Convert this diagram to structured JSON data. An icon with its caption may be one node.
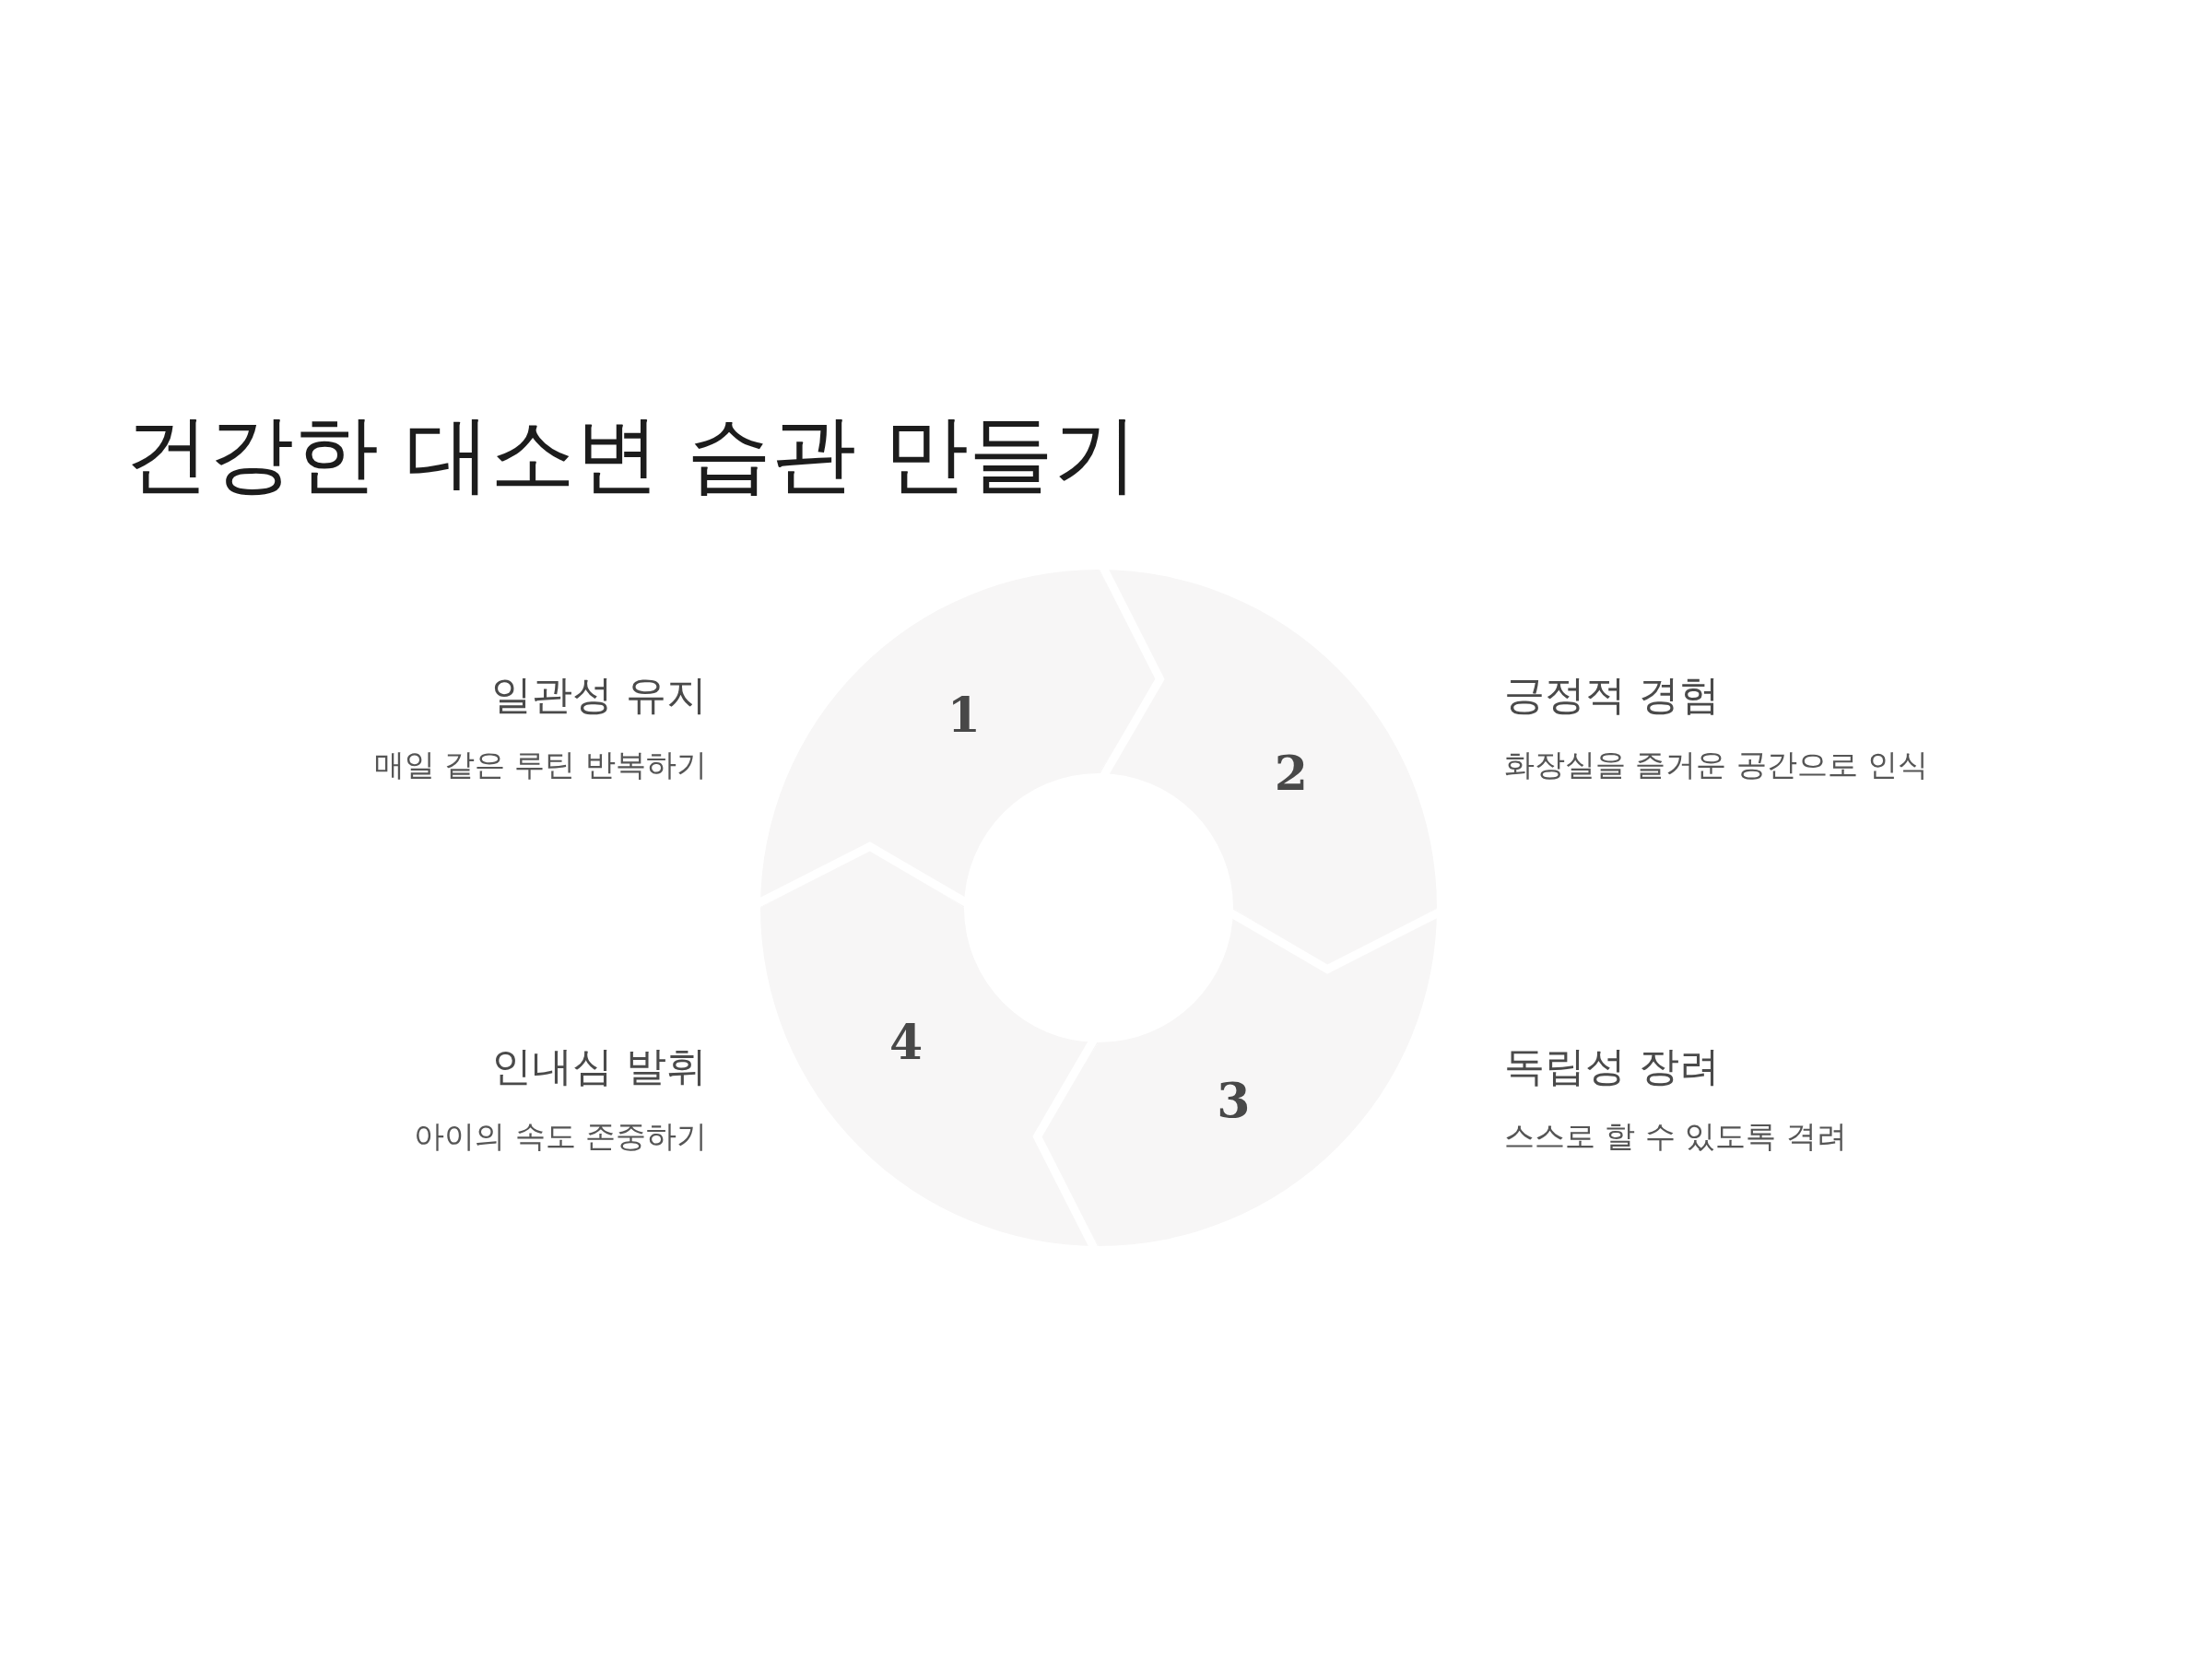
{
  "diagram": {
    "title": "건강한 대소변 습관 만들기",
    "nodes": [
      {
        "text": [
          "1"
        ],
        "beside": [
          "일관성 유지",
          "매일 같은 루틴 반복하기"
        ]
      },
      {
        "text": [
          "2"
        ],
        "beside": [
          "긍정적 경험",
          "화장실을 즐거운 공간으로 인식"
        ]
      },
      {
        "text": [
          "3"
        ],
        "beside": [
          "독립성 장려",
          "스스로 할 수 있도록 격려"
        ]
      },
      {
        "text": [
          "4"
        ],
        "beside": [
          "인내심 발휘",
          "아이의 속도 존중하기"
        ]
      }
    ]
  }
}
